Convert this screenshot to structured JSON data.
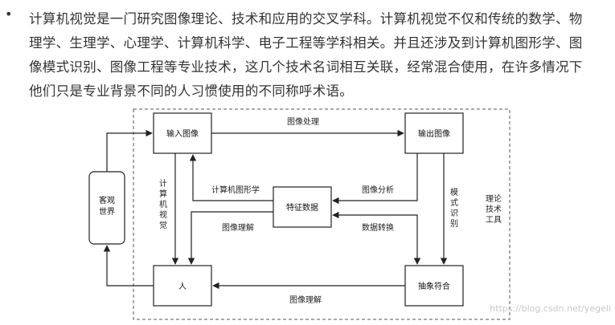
{
  "intro": {
    "bullet": "•",
    "lines": [
      "计算机视觉是一门研究图像理论、技术和应用的交叉学科。计算机视觉不仅和传统的数学、物",
      "理学、生理学、心理学、计算机科学、电子工程等学科相关。并且还涉及到计算机图形学、图",
      "像模式识别、图像工程等专业技术，这几个技术名词相互关联，经常混合使用，在许多情况下",
      "他们只是专业背景不同的人习惯使用的不同称呼术语。"
    ]
  },
  "diagram": {
    "nodes": {
      "input_image": "输入图像",
      "output_image": "输出图像",
      "feature_data": "特征数据",
      "human": "人",
      "abstract_symbol": "抽象符合",
      "objective_world_line1": "客观",
      "objective_world_line2": "世界"
    },
    "edge_labels": {
      "image_processing": "图像处理",
      "computer_graphics": "计算机图形学",
      "image_analysis": "图像分析",
      "image_understanding_mid": "图像理解",
      "data_conversion": "数据转换",
      "image_understanding_bottom": "图像理解",
      "computer_vision": [
        "计",
        "算",
        "机",
        "视",
        "觉"
      ],
      "pattern_recognition": [
        "模",
        "式",
        "识",
        "别"
      ],
      "theory_tools": [
        "理论",
        "技术",
        "工具"
      ]
    }
  },
  "watermark": "https://blog.csdn.net/yegeli"
}
